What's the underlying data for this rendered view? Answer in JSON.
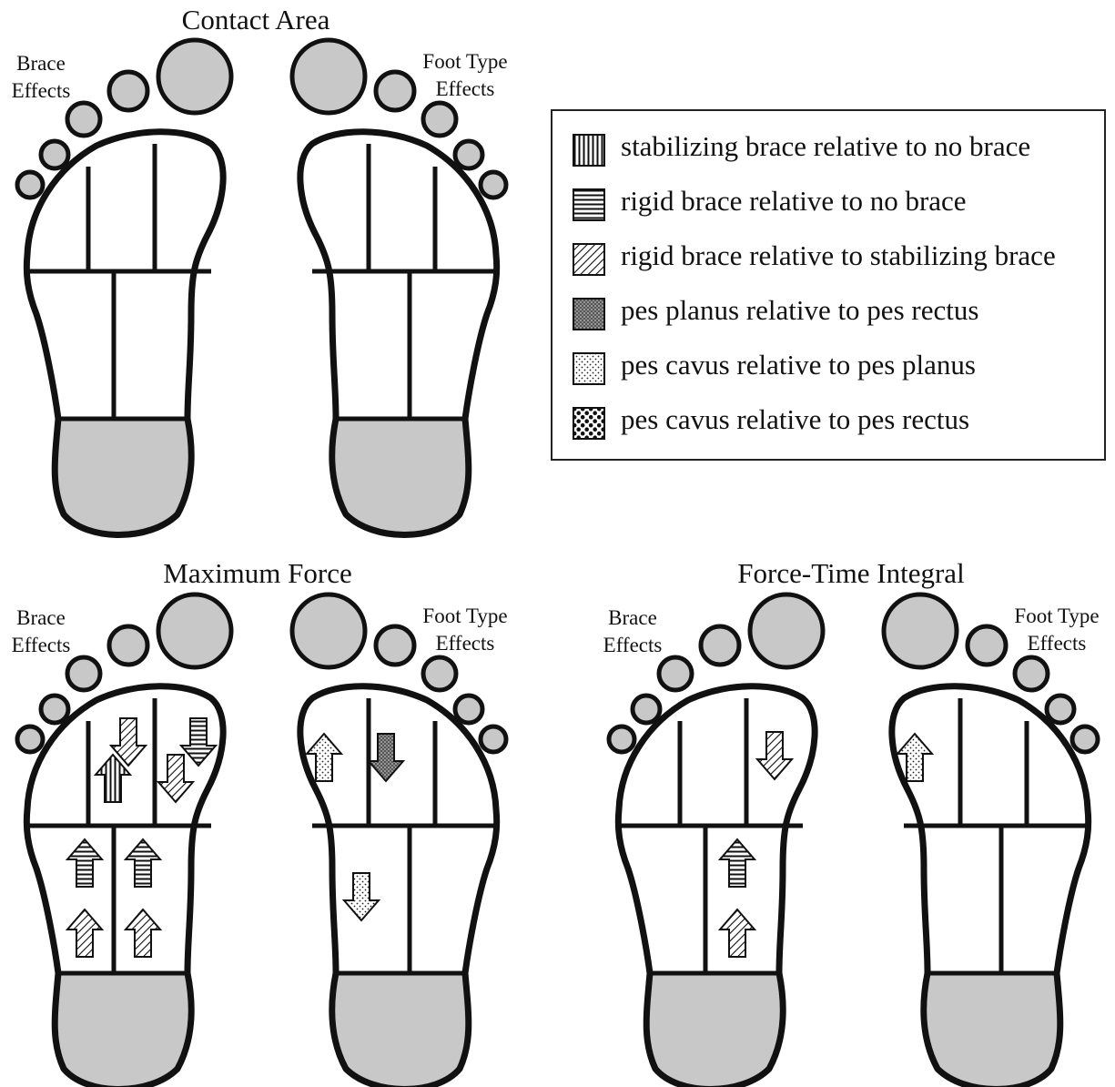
{
  "colors": {
    "ink": "#111111",
    "fill": "#c8c8c8",
    "background": "#ffffff"
  },
  "panels": [
    {
      "id": "contact-area",
      "title": "Contact Area",
      "left_label": [
        "Brace",
        "Effects"
      ],
      "right_label": [
        "Foot Type",
        "Effects"
      ]
    },
    {
      "id": "maximum-force",
      "title": "Maximum Force",
      "left_label": [
        "Brace",
        "Effects"
      ],
      "right_label": [
        "Foot Type",
        "Effects"
      ]
    },
    {
      "id": "force-time-integral",
      "title": "Force-Time Integral",
      "left_label": [
        "Brace",
        "Effects"
      ],
      "right_label": [
        "Foot Type",
        "Effects"
      ]
    }
  ],
  "arrows": {
    "maximum-force": {
      "left_foot": [
        {
          "region": "forefoot-middle",
          "pattern": "diagonal",
          "direction": "down"
        },
        {
          "region": "forefoot-middle",
          "pattern": "vertical",
          "direction": "up"
        },
        {
          "region": "forefoot-medial",
          "pattern": "horizontal",
          "direction": "down"
        },
        {
          "region": "forefoot-medial",
          "pattern": "diagonal",
          "direction": "down"
        },
        {
          "region": "midfoot-lateral",
          "pattern": "horizontal",
          "direction": "up"
        },
        {
          "region": "midfoot-medial",
          "pattern": "horizontal",
          "direction": "up"
        },
        {
          "region": "midfoot-lateral",
          "pattern": "diagonal",
          "direction": "up"
        },
        {
          "region": "midfoot-medial",
          "pattern": "diagonal",
          "direction": "up"
        }
      ],
      "right_foot": [
        {
          "region": "forefoot-medial",
          "pattern": "dotted",
          "direction": "up"
        },
        {
          "region": "forefoot-middle",
          "pattern": "crosshatch",
          "direction": "down"
        },
        {
          "region": "midfoot-medial",
          "pattern": "dotted",
          "direction": "down"
        }
      ]
    },
    "force-time-integral": {
      "left_foot": [
        {
          "region": "forefoot-medial",
          "pattern": "diagonal",
          "direction": "down"
        },
        {
          "region": "midfoot-medial",
          "pattern": "horizontal",
          "direction": "up"
        },
        {
          "region": "midfoot-medial",
          "pattern": "diagonal",
          "direction": "up"
        }
      ],
      "right_foot": [
        {
          "region": "forefoot-medial",
          "pattern": "dotted",
          "direction": "up"
        }
      ]
    }
  },
  "legend": [
    {
      "pattern": "vertical",
      "label": "stabilizing brace relative to no brace"
    },
    {
      "pattern": "horizontal",
      "label": "rigid brace relative to no brace"
    },
    {
      "pattern": "diagonal",
      "label": "rigid brace relative to stabilizing brace"
    },
    {
      "pattern": "crosshatch",
      "label": "pes planus relative to pes rectus"
    },
    {
      "pattern": "dotted",
      "label": "pes cavus relative to pes planus"
    },
    {
      "pattern": "checker",
      "label": "pes cavus relative to pes rectus"
    }
  ]
}
